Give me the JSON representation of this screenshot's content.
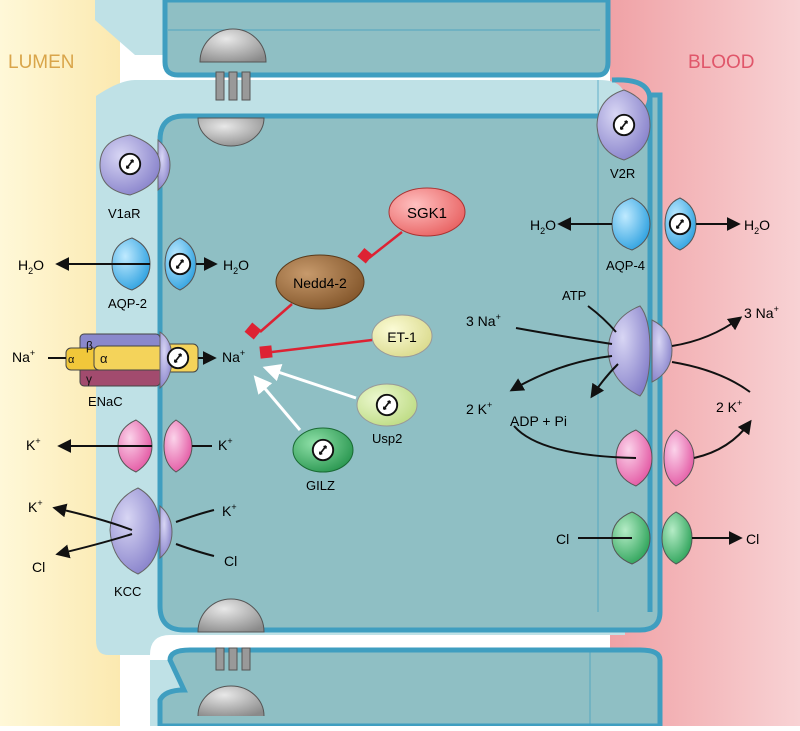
{
  "regions": {
    "lumen": "LUMEN",
    "blood": "BLOOD"
  },
  "colors": {
    "lumen_text": "#d9a54a",
    "blood_text": "#e0566a",
    "cell_outer": "#bfe1e6",
    "cell_inner": "#8fbfc4",
    "membrane": "#3f9ec0",
    "purple": "#9a95d6",
    "blue": "#27a9e8",
    "pink": "#ee6fb0",
    "green": "#2fae5c",
    "brown": "#9a6a3a",
    "sgk_red": "#ee6a6a",
    "et_yellow": "#e7e79a",
    "usp_green": "#cfe59a",
    "inhibit_red": "#dd2233"
  },
  "labels": {
    "v1ar": "V1aR",
    "aqp2": "AQP-2",
    "enac": "ENaC",
    "kcc": "KCC",
    "v2r": "V2R",
    "aqp4": "AQP-4",
    "sgk1": "SGK1",
    "nedd": "Nedd4-2",
    "et1": "ET-1",
    "usp2": "Usp2",
    "gilz": "GILZ",
    "atp": "ATP",
    "adp": "ADP + Pi"
  },
  "subunits": {
    "beta": "β",
    "alpha_left": "α",
    "alpha": "α",
    "gamma": "γ"
  },
  "ions": {
    "h2o_left": "H",
    "h2o_inner": "H",
    "na_left": "Na",
    "na_cell": "Na",
    "k_left": "K",
    "k_right_of_channel": "K",
    "k_kcc_out": "K",
    "k_kcc_in": "K",
    "cl_kcc_out": "Cl",
    "cl_kcc_in": "Cl",
    "h2o_aqp4_in": "H",
    "h2o_aqp4_out": "H",
    "na3_in": "3 Na",
    "na3_out": "3 Na",
    "k2_in": "2 K",
    "k2_out": "2 K",
    "cl_basal_in": "Cl",
    "cl_basal_out": "Cl"
  },
  "formula_parts": {
    "sub2": "2",
    "o": "O",
    "plus": "+"
  },
  "icons": [
    "receptor-dial-icon",
    "arrow",
    "inhibition-bar"
  ]
}
